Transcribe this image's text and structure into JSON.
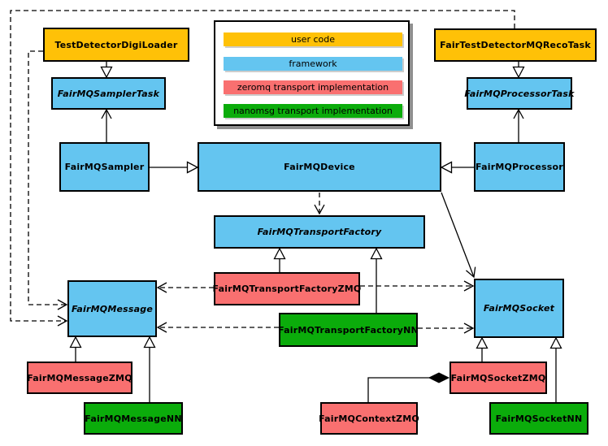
{
  "legend": {
    "items": [
      {
        "label": "user code",
        "color": "#FFC107"
      },
      {
        "label": "framework",
        "color": "#64C5F0"
      },
      {
        "label": "zeromq transport implementation",
        "color": "#F97070"
      },
      {
        "label": "nanomsg transport implementation",
        "color": "#0BAC0B"
      }
    ]
  },
  "nodes": [
    {
      "id": "TestDetectorDigiLoader",
      "label": "TestDetectorDigiLoader",
      "category": "user code",
      "abstract": false
    },
    {
      "id": "FairTestDetectorMQRecoTask",
      "label": "FairTestDetectorMQRecoTask",
      "category": "user code",
      "abstract": false
    },
    {
      "id": "FairMQSamplerTask",
      "label": "FairMQSamplerTask",
      "category": "framework",
      "abstract": true
    },
    {
      "id": "FairMQProcessorTask",
      "label": "FairMQProcessorTask",
      "category": "framework",
      "abstract": true
    },
    {
      "id": "FairMQSampler",
      "label": "FairMQSampler",
      "category": "framework",
      "abstract": false
    },
    {
      "id": "FairMQDevice",
      "label": "FairMQDevice",
      "category": "framework",
      "abstract": false
    },
    {
      "id": "FairMQProcessor",
      "label": "FairMQProcessor",
      "category": "framework",
      "abstract": false
    },
    {
      "id": "FairMQTransportFactory",
      "label": "FairMQTransportFactory",
      "category": "framework",
      "abstract": true
    },
    {
      "id": "FairMQTransportFactoryZMQ",
      "label": "FairMQTransportFactoryZMQ",
      "category": "zeromq transport implementation",
      "abstract": false
    },
    {
      "id": "FairMQTransportFactoryNN",
      "label": "FairMQTransportFactoryNN",
      "category": "nanomsg transport implementation",
      "abstract": false
    },
    {
      "id": "FairMQMessage",
      "label": "FairMQMessage",
      "category": "framework",
      "abstract": true
    },
    {
      "id": "FairMQSocket",
      "label": "FairMQSocket",
      "category": "framework",
      "abstract": true
    },
    {
      "id": "FairMQMessageZMQ",
      "label": "FairMQMessageZMQ",
      "category": "zeromq transport implementation",
      "abstract": false
    },
    {
      "id": "FairMQMessageNN",
      "label": "FairMQMessageNN",
      "category": "nanomsg transport implementation",
      "abstract": false
    },
    {
      "id": "FairMQSocketZMQ",
      "label": "FairMQSocketZMQ",
      "category": "zeromq transport implementation",
      "abstract": false
    },
    {
      "id": "FairMQSocketNN",
      "label": "FairMQSocketNN",
      "category": "nanomsg transport implementation",
      "abstract": false
    },
    {
      "id": "FairMQContextZMQ",
      "label": "FairMQContextZMQ",
      "category": "zeromq transport implementation",
      "abstract": false
    }
  ],
  "edges": [
    {
      "from": "TestDetectorDigiLoader",
      "to": "FairMQSamplerTask",
      "kind": "inheritance",
      "line": "solid"
    },
    {
      "from": "FairTestDetectorMQRecoTask",
      "to": "FairMQProcessorTask",
      "kind": "inheritance",
      "line": "solid"
    },
    {
      "from": "FairMQSampler",
      "to": "FairMQSamplerTask",
      "kind": "association",
      "line": "solid"
    },
    {
      "from": "FairMQProcessor",
      "to": "FairMQProcessorTask",
      "kind": "association",
      "line": "solid"
    },
    {
      "from": "FairMQSampler",
      "to": "FairMQDevice",
      "kind": "inheritance",
      "line": "solid"
    },
    {
      "from": "FairMQProcessor",
      "to": "FairMQDevice",
      "kind": "inheritance",
      "line": "solid"
    },
    {
      "from": "FairMQDevice",
      "to": "FairMQTransportFactory",
      "kind": "dependency",
      "line": "dashed"
    },
    {
      "from": "FairMQDevice",
      "to": "FairMQSocket",
      "kind": "association",
      "line": "solid"
    },
    {
      "from": "FairMQTransportFactoryZMQ",
      "to": "FairMQTransportFactory",
      "kind": "inheritance",
      "line": "solid"
    },
    {
      "from": "FairMQTransportFactoryNN",
      "to": "FairMQTransportFactory",
      "kind": "inheritance",
      "line": "solid"
    },
    {
      "from": "FairMQTransportFactoryZMQ",
      "to": "FairMQMessage",
      "kind": "dependency",
      "line": "dashed"
    },
    {
      "from": "FairMQTransportFactoryZMQ",
      "to": "FairMQSocket",
      "kind": "dependency",
      "line": "dashed"
    },
    {
      "from": "FairMQTransportFactoryNN",
      "to": "FairMQMessage",
      "kind": "dependency",
      "line": "dashed"
    },
    {
      "from": "FairMQTransportFactoryNN",
      "to": "FairMQSocket",
      "kind": "dependency",
      "line": "dashed"
    },
    {
      "from": "TestDetectorDigiLoader",
      "to": "FairMQMessage",
      "kind": "dependency",
      "line": "dashed"
    },
    {
      "from": "FairTestDetectorMQRecoTask",
      "to": "FairMQMessage",
      "kind": "dependency",
      "line": "dashed"
    },
    {
      "from": "FairMQMessageZMQ",
      "to": "FairMQMessage",
      "kind": "inheritance",
      "line": "solid"
    },
    {
      "from": "FairMQMessageNN",
      "to": "FairMQMessage",
      "kind": "inheritance",
      "line": "solid"
    },
    {
      "from": "FairMQSocketZMQ",
      "to": "FairMQSocket",
      "kind": "inheritance",
      "line": "solid"
    },
    {
      "from": "FairMQSocketNN",
      "to": "FairMQSocket",
      "kind": "inheritance",
      "line": "solid"
    },
    {
      "from": "FairMQSocketZMQ",
      "to": "FairMQContextZMQ",
      "kind": "composition",
      "line": "solid"
    }
  ]
}
